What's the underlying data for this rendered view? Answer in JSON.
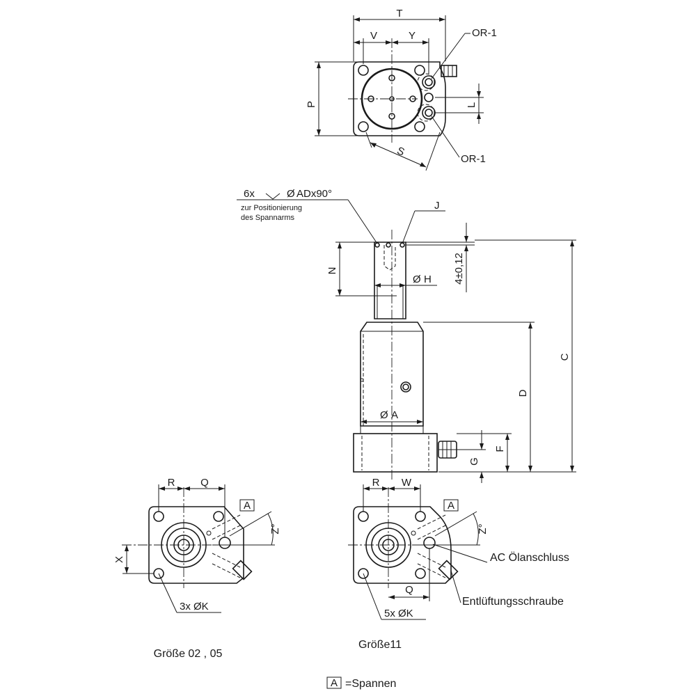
{
  "top_view": {
    "dim_T": "T",
    "dim_V": "V",
    "dim_Y": "Y",
    "dim_P": "P",
    "dim_L": "L",
    "dim_S": "S",
    "oring_top": "OR-1",
    "oring_bottom": "OR-1"
  },
  "side_view": {
    "positioning_callout_prefix": "6x",
    "positioning_callout_suffix": "ADx90°",
    "positioning_note_line1": "zur Positionierung",
    "positioning_note_line2": "des Spannarms",
    "dim_J": "J",
    "dim_N": "N",
    "dim_H": "H",
    "tolerance": "4±0,12",
    "dim_C": "C",
    "dim_D": "D",
    "dim_A": "A",
    "dim_F": "F",
    "dim_G": "G"
  },
  "small_view": {
    "dim_R": "R",
    "dim_Q": "Q",
    "dim_X": "X",
    "dim_Z": "Z°",
    "hole_callout": "3x ØK",
    "marker": "A",
    "caption": "Größe 02 , 05"
  },
  "large_view": {
    "dim_R": "R",
    "dim_W": "W",
    "dim_Q": "Q",
    "dim_Z": "Z°",
    "hole_callout": "5x ØK",
    "marker": "A",
    "port_label": "AC Ölanschluss",
    "vent_label": "Entlüftungsschraube",
    "caption": "Größe11"
  },
  "legend": {
    "marker": "A",
    "text": "=Spannen"
  },
  "symbols": {
    "diameter": "Ø"
  }
}
